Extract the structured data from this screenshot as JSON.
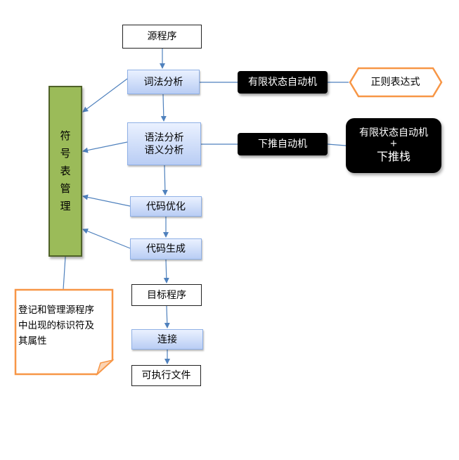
{
  "diagram": {
    "source_program": "源程序",
    "lexical_analysis": "词法分析",
    "syntax_semantic_analysis": [
      "语法分析",
      "语义分析"
    ],
    "code_optimization": "代码优化",
    "code_generation": "代码生成",
    "target_program": "目标程序",
    "link": "连接",
    "executable_file": "可执行文件",
    "finite_automaton": "有限状态自动机",
    "regular_expression": "正则表达式",
    "pushdown_automaton": "下推自动机",
    "fa_plus_stack": [
      "有限状态自动机",
      "+",
      "下推栈"
    ],
    "symbol_table_management": [
      "符",
      "号",
      "表",
      "管",
      "理"
    ],
    "note_text": [
      "登记和管理源程序",
      "中出现的标识符及",
      "其属性"
    ]
  },
  "colors": {
    "arrow": "#4f81bd",
    "step_gradient_top": "#eaf1ff",
    "step_gradient_bottom": "#b9cdf4",
    "symbol_table_fill": "#9bbb59",
    "symbol_table_border": "#4f6228",
    "note_border": "#f79646",
    "hexagon_border": "#f79646",
    "dark_box": "#000000"
  }
}
